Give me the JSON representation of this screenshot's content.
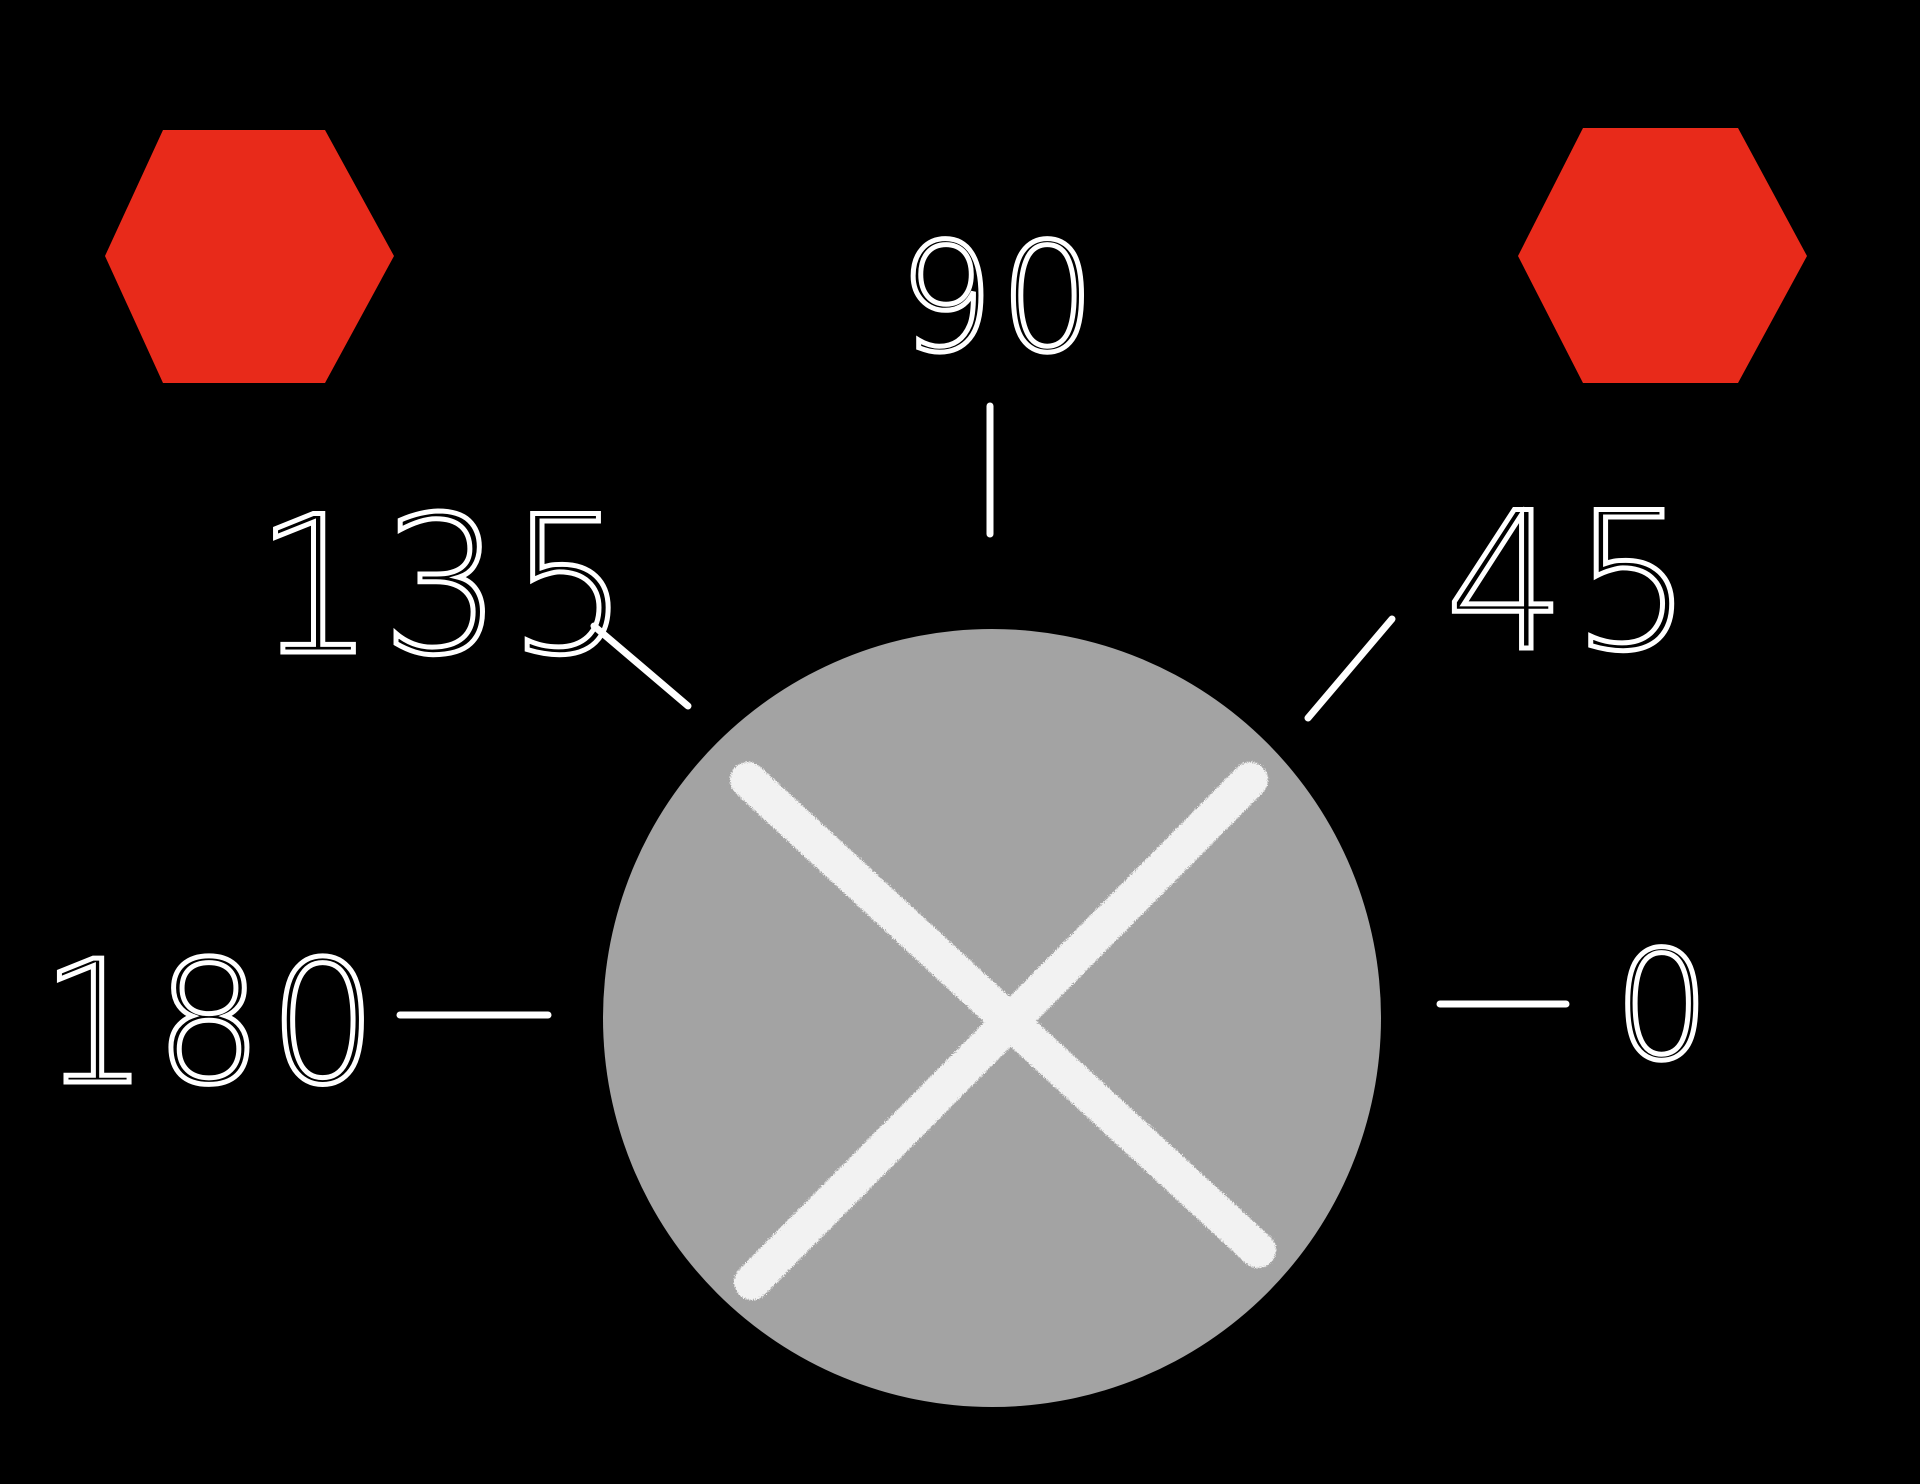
{
  "colors": {
    "background": "#000000",
    "hexagon": "#e82a1a",
    "circle": "#a3a3a3",
    "cross": "#f2f2f2",
    "ink": "#ffffff"
  },
  "dial": {
    "labels": {
      "deg_0": "0",
      "deg_45": "45",
      "deg_90": "90",
      "deg_135": "135",
      "deg_180": "180"
    },
    "center_mark": "cross"
  },
  "icons": {
    "left_marker": "hexagon-icon",
    "right_marker": "hexagon-icon",
    "center_mark": "cross-icon"
  }
}
